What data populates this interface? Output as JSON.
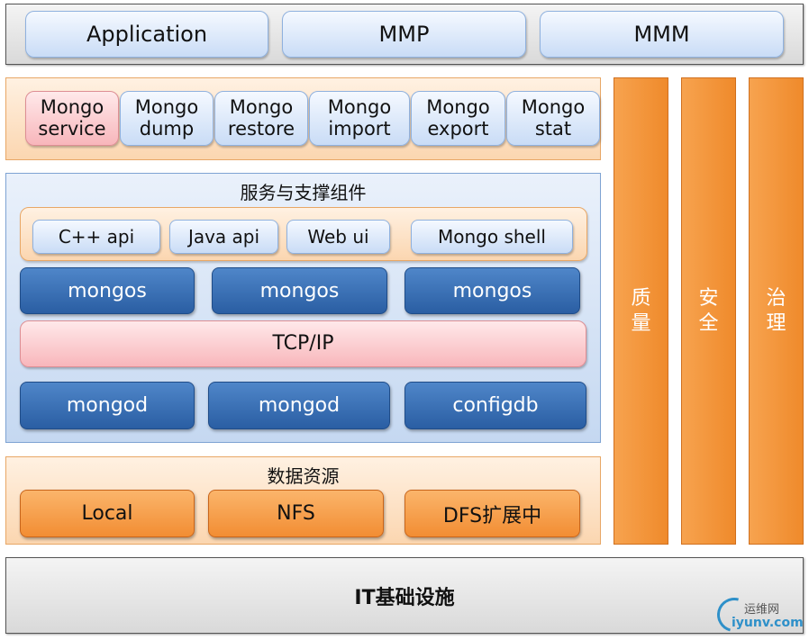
{
  "top_layer": {
    "items": [
      "Application",
      "MMP",
      "MMM"
    ]
  },
  "tools": {
    "items": [
      {
        "line1": "Mongo",
        "line2": "service"
      },
      {
        "line1": "Mongo",
        "line2": "dump"
      },
      {
        "line1": "Mongo",
        "line2": "restore"
      },
      {
        "line1": "Mongo",
        "line2": "import"
      },
      {
        "line1": "Mongo",
        "line2": "export"
      },
      {
        "line1": "Mongo",
        "line2": "stat"
      }
    ]
  },
  "services": {
    "title": "服务与支撑组件",
    "apis": [
      "C++ api",
      "Java api",
      "Web ui",
      "Mongo shell"
    ],
    "mongos": [
      "mongos",
      "mongos",
      "mongos"
    ],
    "network": "TCP/IP",
    "backends": [
      "mongod",
      "mongod",
      "configdb"
    ]
  },
  "data_resources": {
    "title": "数据资源",
    "items": [
      "Local",
      "NFS",
      "DFS扩展中"
    ]
  },
  "side_bars": [
    {
      "line1": "质",
      "line2": "量"
    },
    {
      "line1": "安",
      "line2": "全"
    },
    {
      "line1": "治",
      "line2": "理"
    }
  ],
  "infrastructure": "IT基础设施",
  "watermark": {
    "line1": "运维网",
    "line2": "iyunv.com"
  }
}
